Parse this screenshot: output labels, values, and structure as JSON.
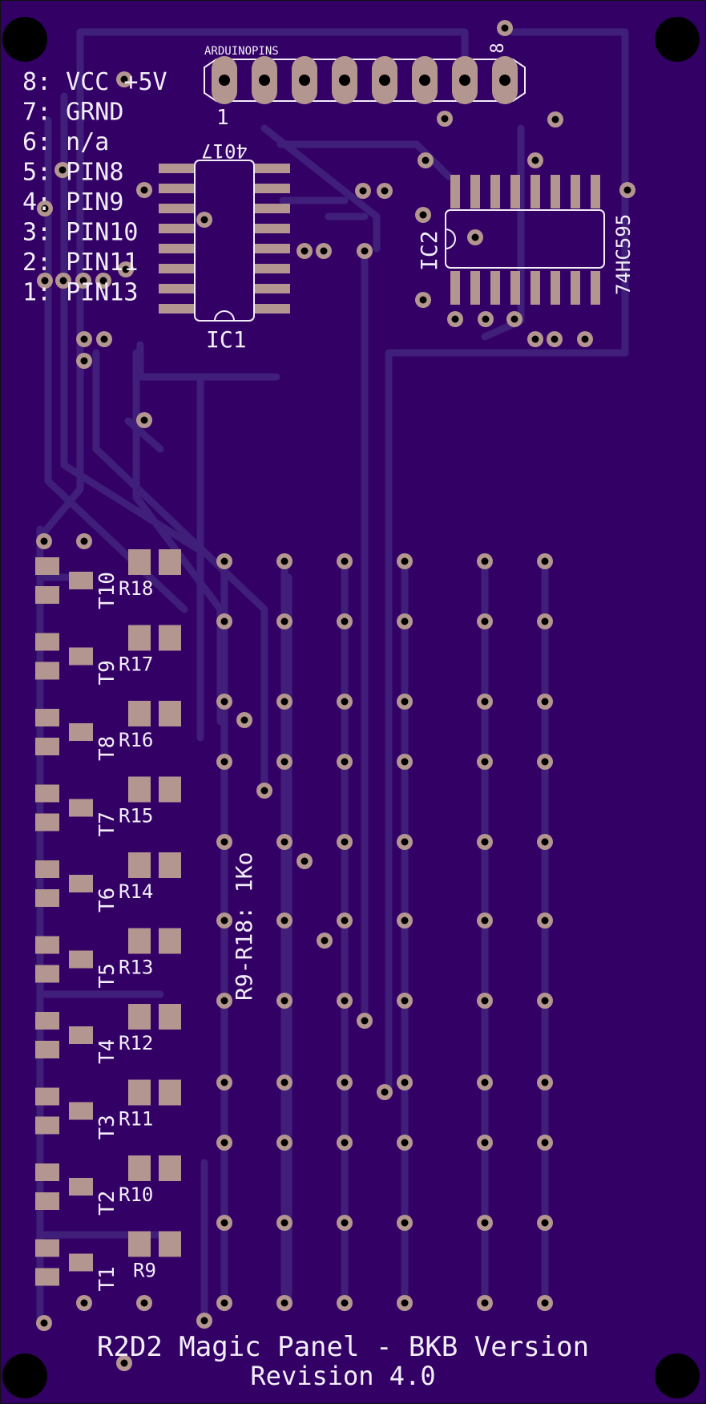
{
  "board": {
    "colors": {
      "substrate": "#330066",
      "trace": "#3f1f79",
      "pad": "#b49690",
      "silk": "#f2eef8",
      "hole": "#000000"
    },
    "pin_legend": [
      "8: VCC +5V",
      "7: GRND",
      "6: n/a",
      "5: PIN8",
      "4: PIN9",
      "3: PIN10",
      "2: PIN11",
      "1: PIN13"
    ],
    "header": {
      "label": "ARDUINOPINS",
      "pin_first": "1",
      "pin_last": "8",
      "pin_count": 8
    },
    "ic1": {
      "name": "IC1",
      "value": "4017"
    },
    "ic2": {
      "name": "IC2",
      "value": "74HC595"
    },
    "transistors": [
      "T1",
      "T2",
      "T3",
      "T4",
      "T5",
      "T6",
      "T7",
      "T8",
      "T9",
      "T10"
    ],
    "resistors": [
      "R9",
      "R10",
      "R11",
      "R12",
      "R13",
      "R14",
      "R15",
      "R16",
      "R17",
      "R18"
    ],
    "resistor_note": "R9-R18: 1Ko",
    "title_line1": "R2D2 Magic Panel - BKB Version",
    "title_line2": "Revision 4.0"
  }
}
